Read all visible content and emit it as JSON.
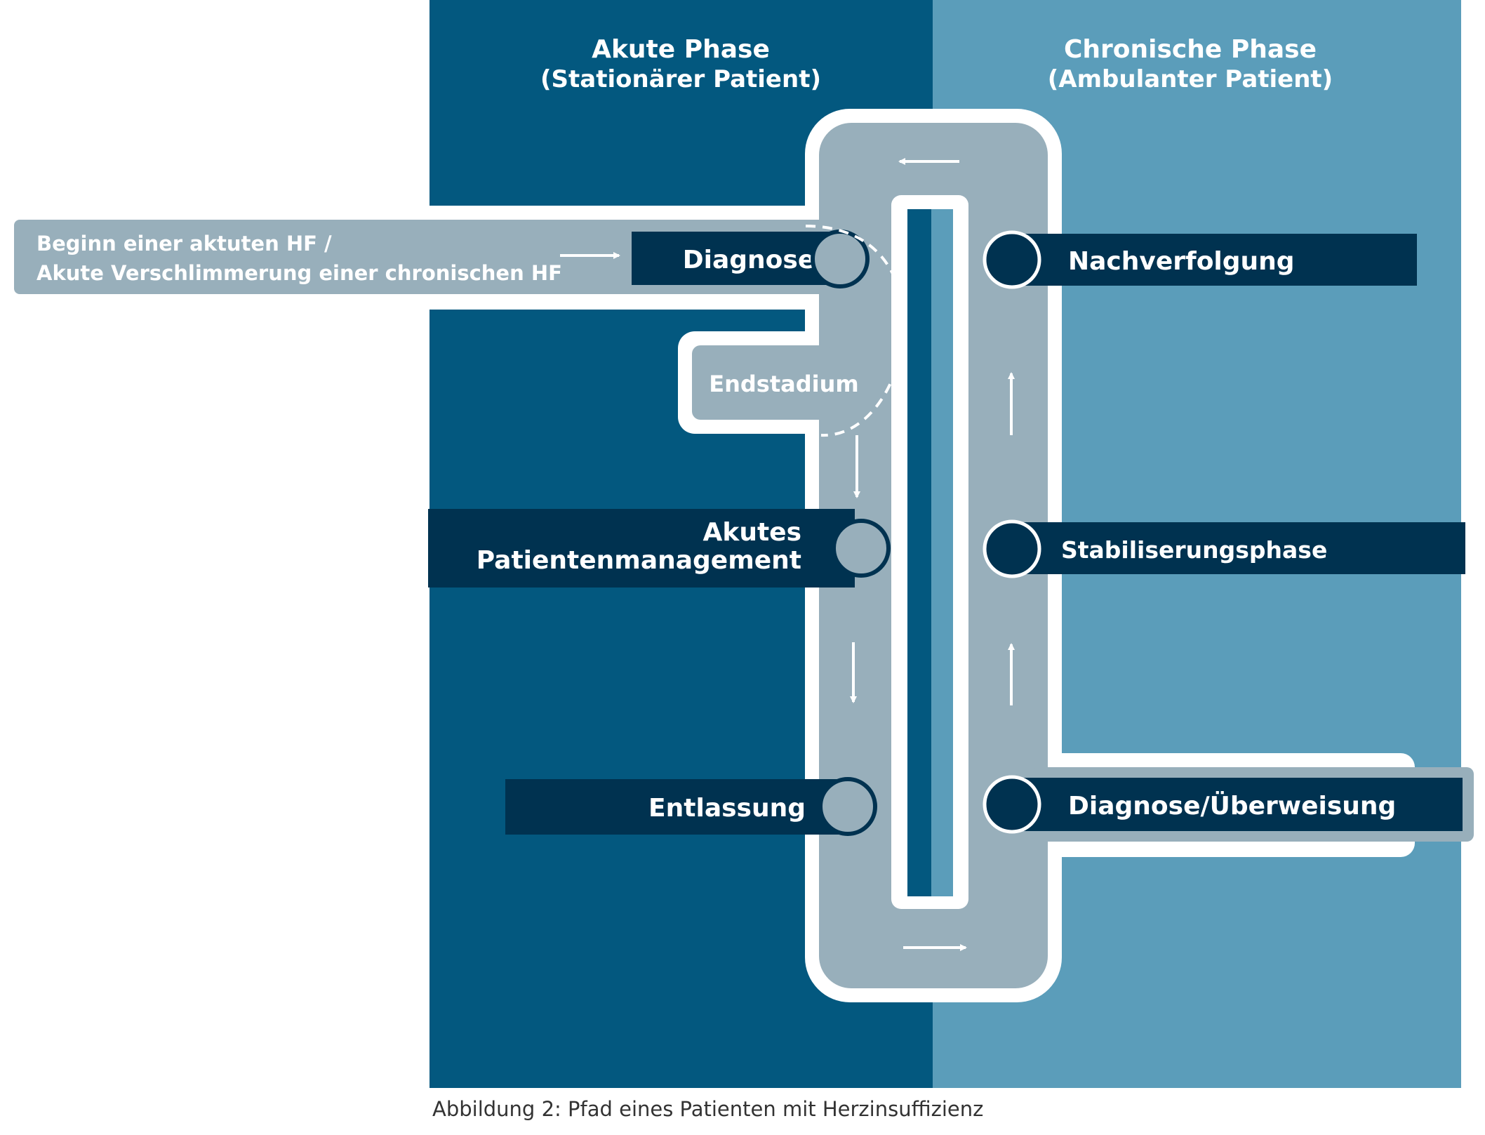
{
  "header": {
    "acute_line1": "Akute Phase",
    "acute_line2": "(Stationärer Patient)",
    "chronic_line1": "Chronische Phase",
    "chronic_line2": "(Ambulanter Patient)"
  },
  "entry": {
    "line1": "Beginn einer aktuten HF /",
    "line2": "Akute Verschlimmerung einer chronischen HF"
  },
  "end_stage": "Endstadium",
  "acute_steps": {
    "diagnose": "Diagnose",
    "management_line1": "Akutes",
    "management_line2": "Patientenmanagement",
    "discharge": "Entlassung"
  },
  "chronic_steps": {
    "followup": "Nachverfolgung",
    "stabilisation": "Stabiliserungsphase",
    "referral": "Diagnose/Überweisung"
  },
  "caption": "Abbildung 2: Pfad eines Patienten mit Herzinsuffizienz",
  "colors": {
    "acute_panel": "#03587f",
    "chronic_panel": "#5b9dba",
    "track": "#98afbb",
    "label_box": "#003250",
    "white": "#ffffff"
  }
}
